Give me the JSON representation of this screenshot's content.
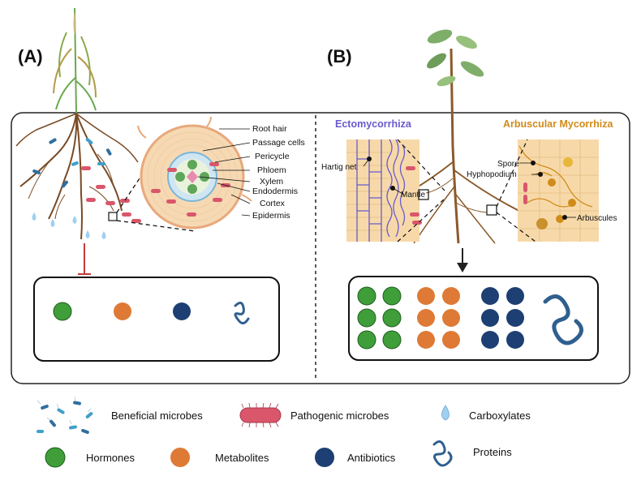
{
  "panels": {
    "a_label": "(A)",
    "b_label": "(B)"
  },
  "panel_a": {
    "root_section_labels": [
      "Root hair",
      "Passage cells",
      "Pericycle",
      "Phloem",
      "Xylem",
      "Endodermis",
      "Cortex",
      "Epidermis"
    ]
  },
  "panel_b": {
    "ecto_title": "Ectomycorrhiza",
    "am_title": "Arbuscular Mycorrhiza",
    "ecto_labels": {
      "hartig": "Hartig net",
      "mantle": "Mantle"
    },
    "am_labels": {
      "spore": "Spore",
      "hyphopodium": "Hyphopodium",
      "arbuscules": "Arbuscules"
    }
  },
  "legend": {
    "beneficial": "Beneficial microbes",
    "pathogenic": "Pathogenic microbes",
    "carboxylates": "Carboxylates",
    "hormones": "Hormones",
    "metabolites": "Metabolites",
    "antibiotics": "Antibiotics",
    "proteins": "Proteins"
  },
  "colors": {
    "hormone": "#3f9e3a",
    "metabolite": "#de7a35",
    "antibiotic": "#1d3f73",
    "protein": "#2f5f8f",
    "pathogen": "#d9566b",
    "ecto": "#6a5acd",
    "am": "#d18b1a",
    "root": "#8b5a2b"
  }
}
